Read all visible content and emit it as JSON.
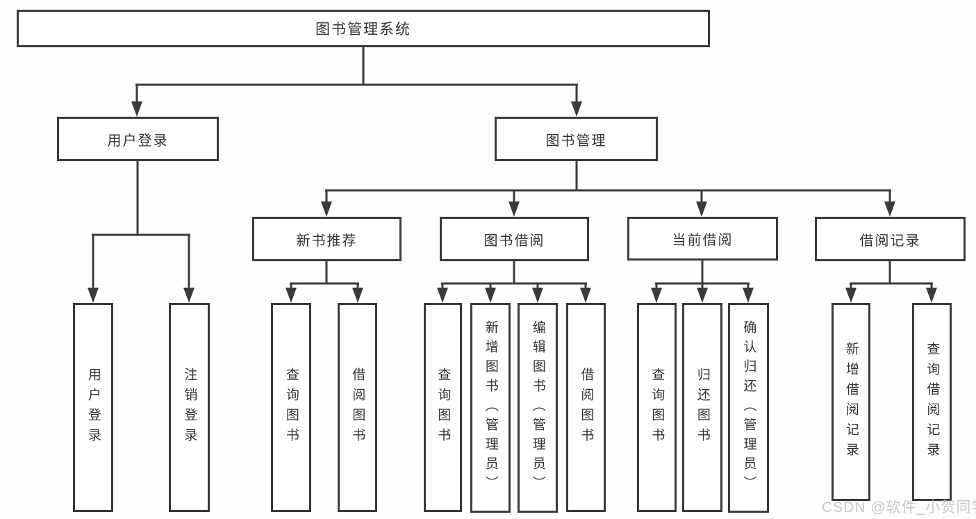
{
  "diagram_title": "图书管理系统",
  "colors": {
    "line": "#3a3a3a",
    "box_border": "#3a3a3a",
    "text": "#333333",
    "background": "#fefefe",
    "watermark": "#c6c6c6"
  },
  "tree": {
    "root": {
      "label": "图书管理系统"
    },
    "branches": [
      {
        "label": "用户登录",
        "children": [
          {
            "label": "用户登录"
          },
          {
            "label": "注销登录"
          }
        ]
      },
      {
        "label": "图书管理",
        "children": [
          {
            "label": "新书推荐",
            "children": [
              {
                "label": "查询图书"
              },
              {
                "label": "借阅图书"
              }
            ]
          },
          {
            "label": "图书借阅",
            "children": [
              {
                "label": "查询图书"
              },
              {
                "label": "新增图书（管理员）"
              },
              {
                "label": "编辑图书（管理员）"
              },
              {
                "label": "借阅图书"
              }
            ]
          },
          {
            "label": "当前借阅",
            "children": [
              {
                "label": "查询图书"
              },
              {
                "label": "归还图书"
              },
              {
                "label": "确认归还（管理员）"
              }
            ]
          },
          {
            "label": "借阅记录",
            "children": [
              {
                "label": "新增借阅记录"
              },
              {
                "label": "查询借阅记录"
              }
            ]
          }
        ]
      }
    ]
  },
  "watermark": {
    "text": "CSDN @软件_小贺同学"
  }
}
